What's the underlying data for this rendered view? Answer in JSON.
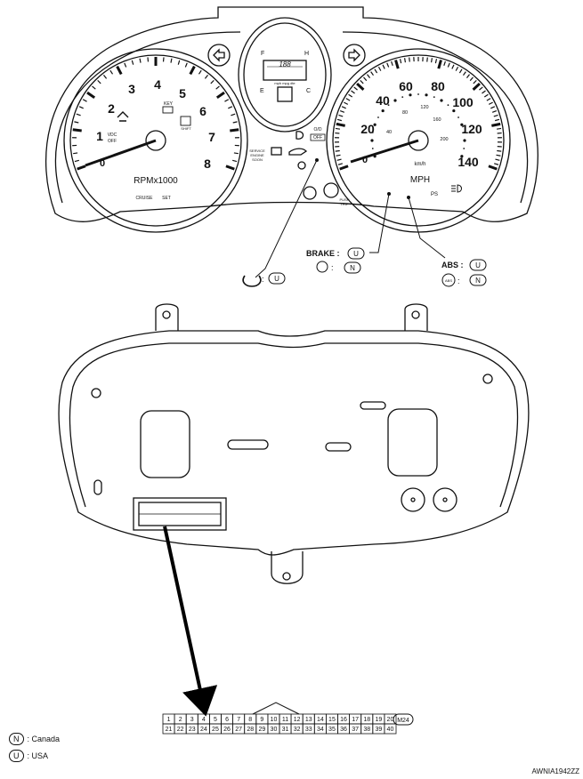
{
  "tach": {
    "numbers": [
      "1",
      "2",
      "3",
      "4",
      "5",
      "6",
      "7",
      "8"
    ],
    "zero": "0",
    "unit": "RPMx1000",
    "cruise": "CRUISE",
    "set": "SET",
    "vdc": [
      "VDC",
      "OFF"
    ],
    "key": "KEY",
    "shift": "SHIFT"
  },
  "speedo": {
    "mph_numbers": [
      "20",
      "40",
      "60",
      "80",
      "100",
      "120",
      "140"
    ],
    "zero": "0",
    "kmh_numbers": [
      "40",
      "80",
      "120",
      "160",
      "200"
    ],
    "kmh": "km/h",
    "mph": "MPH",
    "ps": "PS",
    "od": [
      "O/D",
      "OFF"
    ]
  },
  "center": {
    "odo": "188",
    "lcd_units": "mph  mpg  dte",
    "fuel_f": "F",
    "fuel_e": "E",
    "temp_h": "H",
    "temp_c": "C",
    "service": [
      "SERVICE",
      "ENGINE",
      "SOON"
    ],
    "push_trip": [
      "PUSH",
      "TRIP"
    ]
  },
  "callouts": {
    "brake_label": "BRAKE :",
    "brake_u": "U",
    "brake_n": "N",
    "abs_label": "ABS :",
    "abs_u": "U",
    "abs_n": "N",
    "abs_icon_text": "ABS",
    "tpms_u": "U"
  },
  "connector": {
    "top_row": [
      "1",
      "2",
      "3",
      "4",
      "5",
      "6",
      "7",
      "8",
      "9",
      "10",
      "11",
      "12",
      "13",
      "14",
      "15",
      "16",
      "17",
      "18",
      "19",
      "20"
    ],
    "bottom_row": [
      "21",
      "22",
      "23",
      "24",
      "25",
      "26",
      "27",
      "28",
      "29",
      "30",
      "31",
      "32",
      "33",
      "34",
      "35",
      "36",
      "37",
      "38",
      "39",
      "40"
    ],
    "id": "M24"
  },
  "legend": {
    "n_key": "N",
    "n_text": ": Canada",
    "u_key": "U",
    "u_text": ": USA"
  },
  "figure_code": "AWNIA1942ZZ"
}
